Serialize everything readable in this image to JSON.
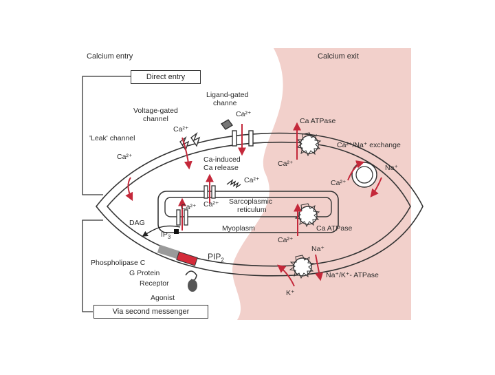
{
  "headers": {
    "calcium_entry": "Calcium entry",
    "calcium_exit": "Calcium exit"
  },
  "boxes": {
    "direct_entry": "Direct entry",
    "second_messenger": "Via second messenger"
  },
  "labels": {
    "ligand_gated_1": "Ligand-gated",
    "ligand_gated_2": "channe",
    "voltage_gated_1": "Voltage-gated",
    "voltage_gated_2": "channel",
    "leak_channel": "'Leak' channel",
    "ca_induced_1": "Ca-induced",
    "ca_induced_2": "Ca release",
    "sarcoplasmic_1": "Sarcoplasmic",
    "sarcoplasmic_2": "reticulum",
    "myoplasm": "Myoplasm",
    "dag": "DAG",
    "ip3": "IP",
    "ip3_sub": "3",
    "pip2": "PIP",
    "pip2_sub": "2",
    "phospholipase": "Phospholipase C",
    "g_protein": "G Protein",
    "receptor": "Receptor",
    "agonist": "Agonist",
    "ca_atpase_top": "Ca ATPase",
    "ca_na_exchange": "Ca²⁺/Na⁺ exchange",
    "na_plus_right": "Na⁺",
    "ca_atpase_sr": "Ca ATPase",
    "na_plus_bottom": "Na⁺",
    "na_k_atpase": "Na⁺/K⁺- ATPase",
    "k_plus": "K⁺",
    "ca_ligand": "Ca²⁺",
    "ca_voltage": "Ca²⁺",
    "ca_leak": "Ca²⁺",
    "ca_cicr": "Ca²⁺",
    "ca_sr_left": "Ca²⁺",
    "ca_sr_right": "Ca²⁺",
    "ca_atpase_out": "Ca²⁺",
    "ca_exchange": "Ca²⁺",
    "ca_sr_pump": "Ca²⁺"
  },
  "colors": {
    "exit_region": "#f2d0cb",
    "arrow": "#c4283a",
    "membrane": "#333333",
    "g_protein": "#d42b3a",
    "phospholipase": "#9a9a9a"
  }
}
